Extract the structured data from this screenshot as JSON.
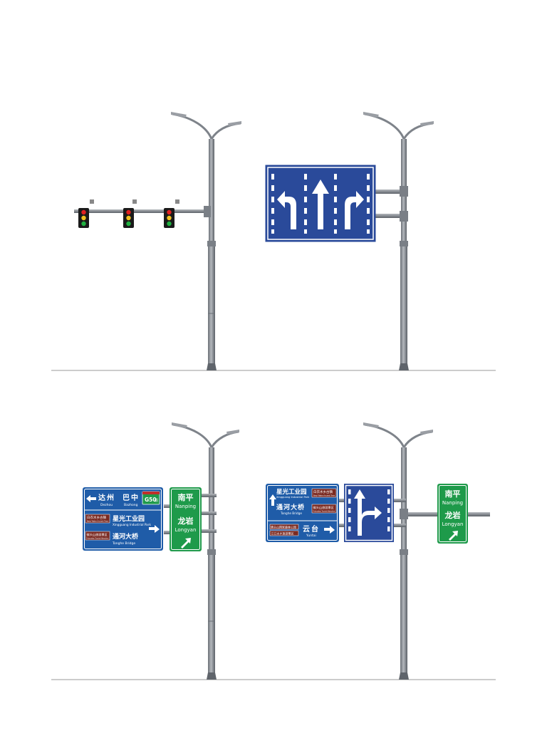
{
  "colors": {
    "pole": "#8a8f96",
    "pole_dark": "#5f646b",
    "ground": "#9a9a9a",
    "sign_blue": "#1f5ca8",
    "lane_blue": "#2a4a9a",
    "sign_green": "#1e9a4a",
    "brown": "#7a2a22",
    "white": "#ffffff"
  },
  "panel_c": {
    "main_sign": {
      "row1_left": "达州",
      "row1_left_en": "Dezhou",
      "row1_mid": "巴中",
      "row1_mid_en": "Bazhong",
      "route_badge": "G50",
      "route_badge_sub": "渝",
      "row2_small_a": "白衣水乡古镇",
      "row2_small_a_en": "Baiyi Water Ancient Town",
      "row2_small_b": "佛头山旅游景区",
      "row2_small_b_en": "Fotoushan Tourist Attraction",
      "row2_main": "星光工业园",
      "row2_main_en": "Xingguang Industrial Park",
      "row3_main": "通河大桥",
      "row3_main_en": "Tonghe Bridge"
    },
    "green_sign": {
      "line1": "南平",
      "line1_en": "Nanping",
      "line2": "龙岩",
      "line2_en": "Longyan"
    }
  },
  "panel_d": {
    "main_sign": {
      "row1_main": "星光工业园",
      "row1_main_en": "Xingguang Industrial Park",
      "row1_small_a": "白衣水乡古镇",
      "row1_small_a_en": "Baiyi Water Ancient Town",
      "row2_main": "通河大桥",
      "row2_main_en": "Tonghe Bridge",
      "row2_small_b": "佛头山旅游景区",
      "row2_small_b_en": "Fotoushan Tourist Attraction",
      "row3_small_a": "佛头山国家森林公园",
      "row3_small_b": "江口水乡旅游景区",
      "row3_main": "云台",
      "row3_main_en": "Yuntai"
    },
    "green_sign": {
      "line1": "南平",
      "line1_en": "Nanping",
      "line2": "龙岩",
      "line2_en": "Longyan"
    }
  }
}
